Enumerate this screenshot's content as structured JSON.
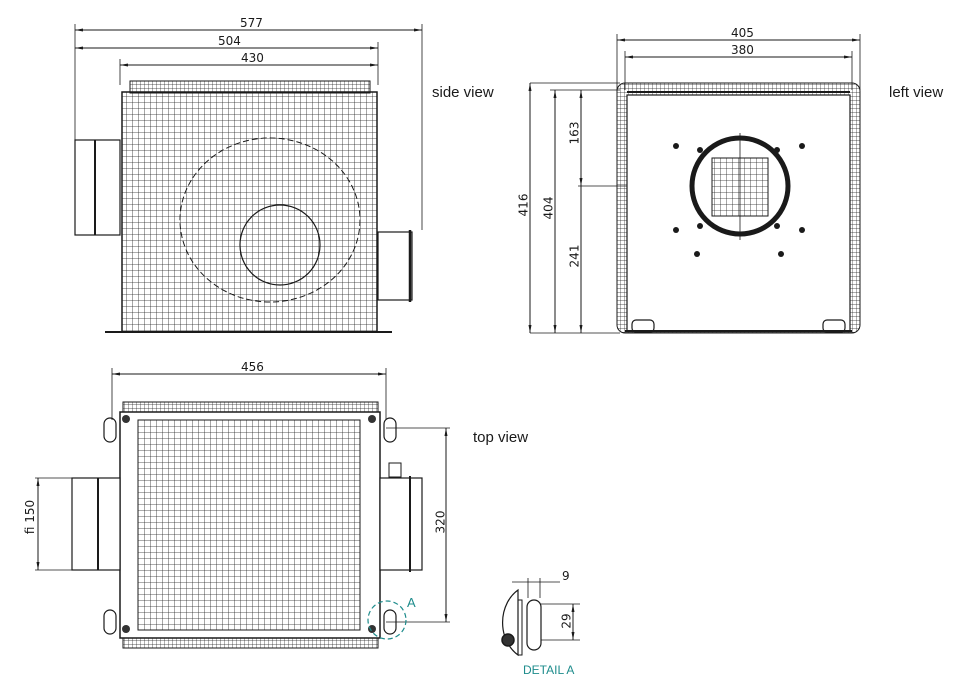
{
  "views": {
    "side": {
      "label": "side view"
    },
    "left": {
      "label": "left view"
    },
    "top": {
      "label": "top view"
    },
    "detail": {
      "label": "DETAIL A",
      "marker": "A"
    }
  },
  "dimensions": {
    "side": {
      "overall_width": "577",
      "width_with_outlet": "504",
      "body_width": "430"
    },
    "left": {
      "overall_width": "405",
      "body_width": "380",
      "overall_height": "416",
      "body_height": "404",
      "inlet_top": "163",
      "inlet_bottom": "241"
    },
    "top": {
      "width": "456",
      "inlet_diameter": "fi 150",
      "mount_spacing": "320"
    },
    "detail": {
      "slot_width": "9",
      "slot_length": "29"
    }
  },
  "colors": {
    "line": "#1a1a1a",
    "accent": "#1e8c8c"
  }
}
